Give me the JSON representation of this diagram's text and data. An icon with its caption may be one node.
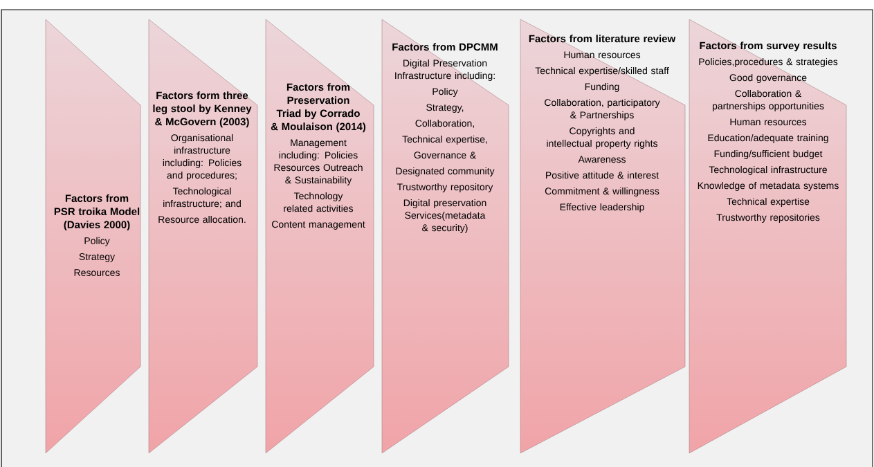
{
  "diagram": {
    "nodes": [
      {
        "text": [
          "Factors from PSR troika Model (Davies 2000)",
          "Policy",
          "Strategy",
          "Resources"
        ]
      },
      {
        "text": [
          "Factors form three leg stool by Kenney & McGovern (2003)",
          "Organisational infrastructure including: Policies and procedures;",
          "Technological infrastructure; and",
          "Resource allocation."
        ]
      },
      {
        "text": [
          "Factors from Preservation Triad by Corrado & Moulaison (2014)",
          "Management including: Policies Resources Outreach & Sustainability",
          "Technology related activities",
          "Content management"
        ]
      },
      {
        "text": [
          "Factors from DPCMM",
          "Digital Preservation Infrastructure including:",
          "Policy",
          "Strategy,",
          "Collaboration,",
          "Technical expertise,",
          "Governance &",
          "Designated community",
          "Trustworthy repository",
          "Digital preservation Services(metadata & security)"
        ]
      },
      {
        "text": [
          "Factors from literature review",
          "Human resources",
          "Technical expertise/skilled staff",
          "Funding",
          "Collaboration, participatory & Partnerships",
          "Copyrights and intellectual property rights",
          "Awareness",
          "Positive attitude & interest",
          "Commitment & willingness",
          "Effective leadership"
        ]
      },
      {
        "text": [
          "Factors from survey results",
          "Policies,procedures & strategies",
          "Good governance",
          "Collaboration & partnerships opportunities",
          "Human resources",
          "Education/adequate training",
          "Funding/sufficient budget",
          "Technological infrastructure",
          "Knowledge of metadata systems",
          "Technical expertise",
          "Trustworthy repositories"
        ]
      }
    ]
  }
}
